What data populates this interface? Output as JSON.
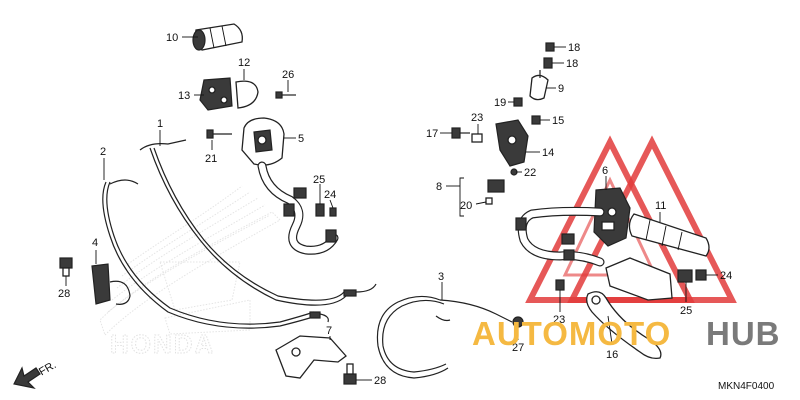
{
  "diagram": {
    "code": "MKN4F0400",
    "direction_label": "FR.",
    "faded_logo": "HONDA",
    "callouts": [
      {
        "id": "c1",
        "label": "1"
      },
      {
        "id": "c2",
        "label": "2"
      },
      {
        "id": "c3",
        "label": "3"
      },
      {
        "id": "c4",
        "label": "4"
      },
      {
        "id": "c5",
        "label": "5"
      },
      {
        "id": "c6",
        "label": "6"
      },
      {
        "id": "c7",
        "label": "7"
      },
      {
        "id": "c8",
        "label": "8"
      },
      {
        "id": "c9",
        "label": "9"
      },
      {
        "id": "c10",
        "label": "10"
      },
      {
        "id": "c11",
        "label": "11"
      },
      {
        "id": "c12",
        "label": "12"
      },
      {
        "id": "c13",
        "label": "13"
      },
      {
        "id": "c14",
        "label": "14"
      },
      {
        "id": "c15",
        "label": "15"
      },
      {
        "id": "c16",
        "label": "16"
      },
      {
        "id": "c17",
        "label": "17"
      },
      {
        "id": "c18a",
        "label": "18"
      },
      {
        "id": "c18b",
        "label": "18"
      },
      {
        "id": "c19",
        "label": "19"
      },
      {
        "id": "c20",
        "label": "20"
      },
      {
        "id": "c21",
        "label": "21"
      },
      {
        "id": "c22",
        "label": "22"
      },
      {
        "id": "c23a",
        "label": "23"
      },
      {
        "id": "c23b",
        "label": "23"
      },
      {
        "id": "c24a",
        "label": "24"
      },
      {
        "id": "c24b",
        "label": "24"
      },
      {
        "id": "c25a",
        "label": "25"
      },
      {
        "id": "c25b",
        "label": "25"
      },
      {
        "id": "c26",
        "label": "26"
      },
      {
        "id": "c27",
        "label": "27"
      },
      {
        "id": "c28a",
        "label": "28"
      },
      {
        "id": "c28b",
        "label": "28"
      }
    ]
  },
  "watermark": {
    "text_a": "AUTOMOTO",
    "text_b": "HUB",
    "color_a": "#f5b942",
    "color_b": "#7a7a7a",
    "triangle_color": "#e23b3b"
  }
}
